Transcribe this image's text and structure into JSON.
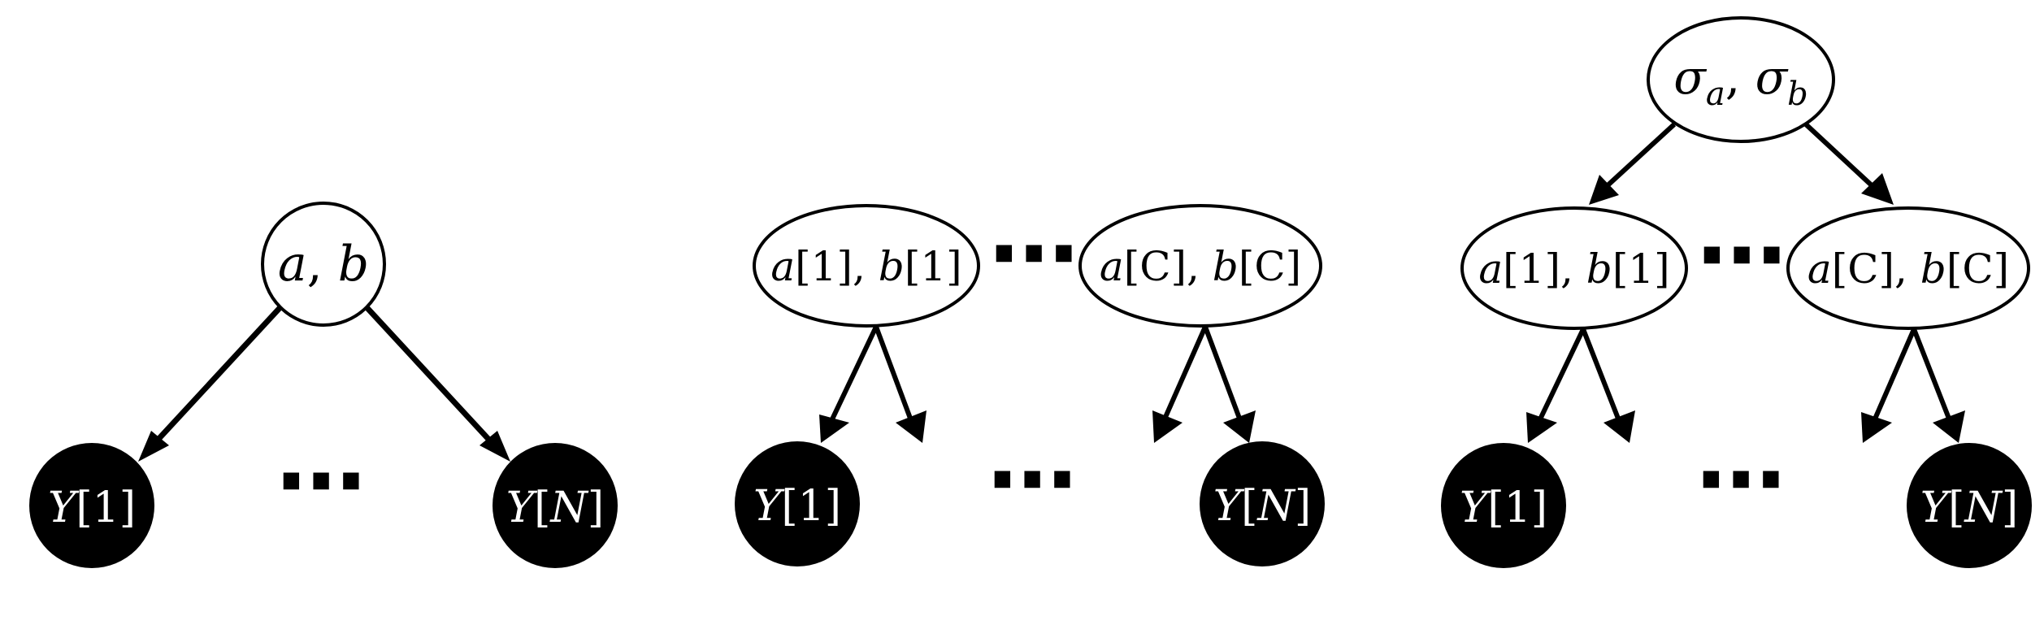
{
  "colors": {
    "stroke": "#000000",
    "observed_fill": "#000000",
    "observed_text": "#ffffff",
    "latent_fill": "#ffffff"
  },
  "panel1": {
    "params": {
      "v1": "a",
      "sep": ", ",
      "v2": "b"
    },
    "obs_first": {
      "var": "Y",
      "lb": "[",
      "idx": "1",
      "rb": "]"
    },
    "obs_last": {
      "var": "Y",
      "lb": "[",
      "idx": "N",
      "rb": "]"
    },
    "ellipsis": "⋯"
  },
  "panel2": {
    "group_first": {
      "a": "a",
      "i1": "[1]",
      "sep": ", ",
      "b": "b",
      "i2": "[1]"
    },
    "group_last": {
      "a": "a",
      "c1": "[C]",
      "sep": ", ",
      "b": "b",
      "c2": "[C]"
    },
    "groups_ellipsis": "⋯",
    "obs_first": {
      "var": "Y",
      "lb": "[",
      "idx": "1",
      "rb": "]"
    },
    "obs_last": {
      "var": "Y",
      "lb": "[",
      "idx": "N",
      "rb": "]"
    },
    "obs_ellipsis": "⋯"
  },
  "panel3": {
    "hyper": {
      "s1": "σ",
      "sub1": "a",
      "sep": ", ",
      "s2": "σ",
      "sub2": "b"
    },
    "group_first": {
      "a": "a",
      "i1": "[1]",
      "sep": ", ",
      "b": "b",
      "i2": "[1]"
    },
    "group_last": {
      "a": "a",
      "c1": "[C]",
      "sep": ", ",
      "b": "b",
      "c2": "[C]"
    },
    "groups_ellipsis": "⋯",
    "obs_first": {
      "var": "Y",
      "lb": "[",
      "idx": "1",
      "rb": "]"
    },
    "obs_last": {
      "var": "Y",
      "lb": "[",
      "idx": "N",
      "rb": "]"
    },
    "obs_ellipsis": "⋯"
  }
}
